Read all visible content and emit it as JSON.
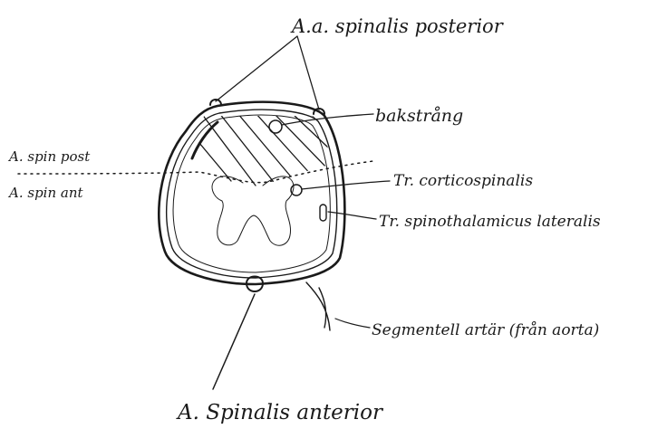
{
  "labels": {
    "aa_spinalis_posterior": "A.a. spinalis posterior",
    "bakstrang": "bakstrång",
    "a_spin_post": "A. spin post",
    "a_spin_ant": "A. spin ant",
    "tr_corticospinalis": "Tr. corticospinalis",
    "tr_spinothalamicus": "Tr. spinothalamicus lateralis",
    "segmentell_artar": "Segmentell artär (från aorta)",
    "a_spinalis_anterior": "A. Spinalis anterior"
  },
  "colors": {
    "ink": "#1a1a1a",
    "paper": "#ffffff"
  }
}
